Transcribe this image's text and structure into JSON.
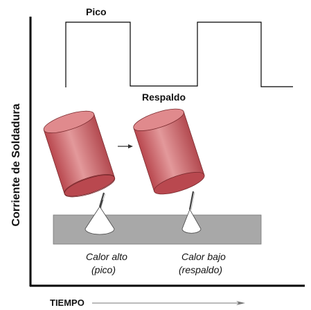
{
  "labels": {
    "peak": "Pico",
    "background": "Respaldo",
    "y_axis": "Corriente de Soldadura",
    "x_axis": "TIEMPO",
    "heat_high_line1": "Calor alto",
    "heat_high_line2": "(pico)",
    "heat_low_line1": "Calor bajo",
    "heat_low_line2": "(respaldo)"
  },
  "colors": {
    "cylinder_body": "#c55a5f",
    "cylinder_top": "#e08a8d",
    "plate": "#a8a8a8",
    "axis": "#000000",
    "waveform": "#000000"
  }
}
